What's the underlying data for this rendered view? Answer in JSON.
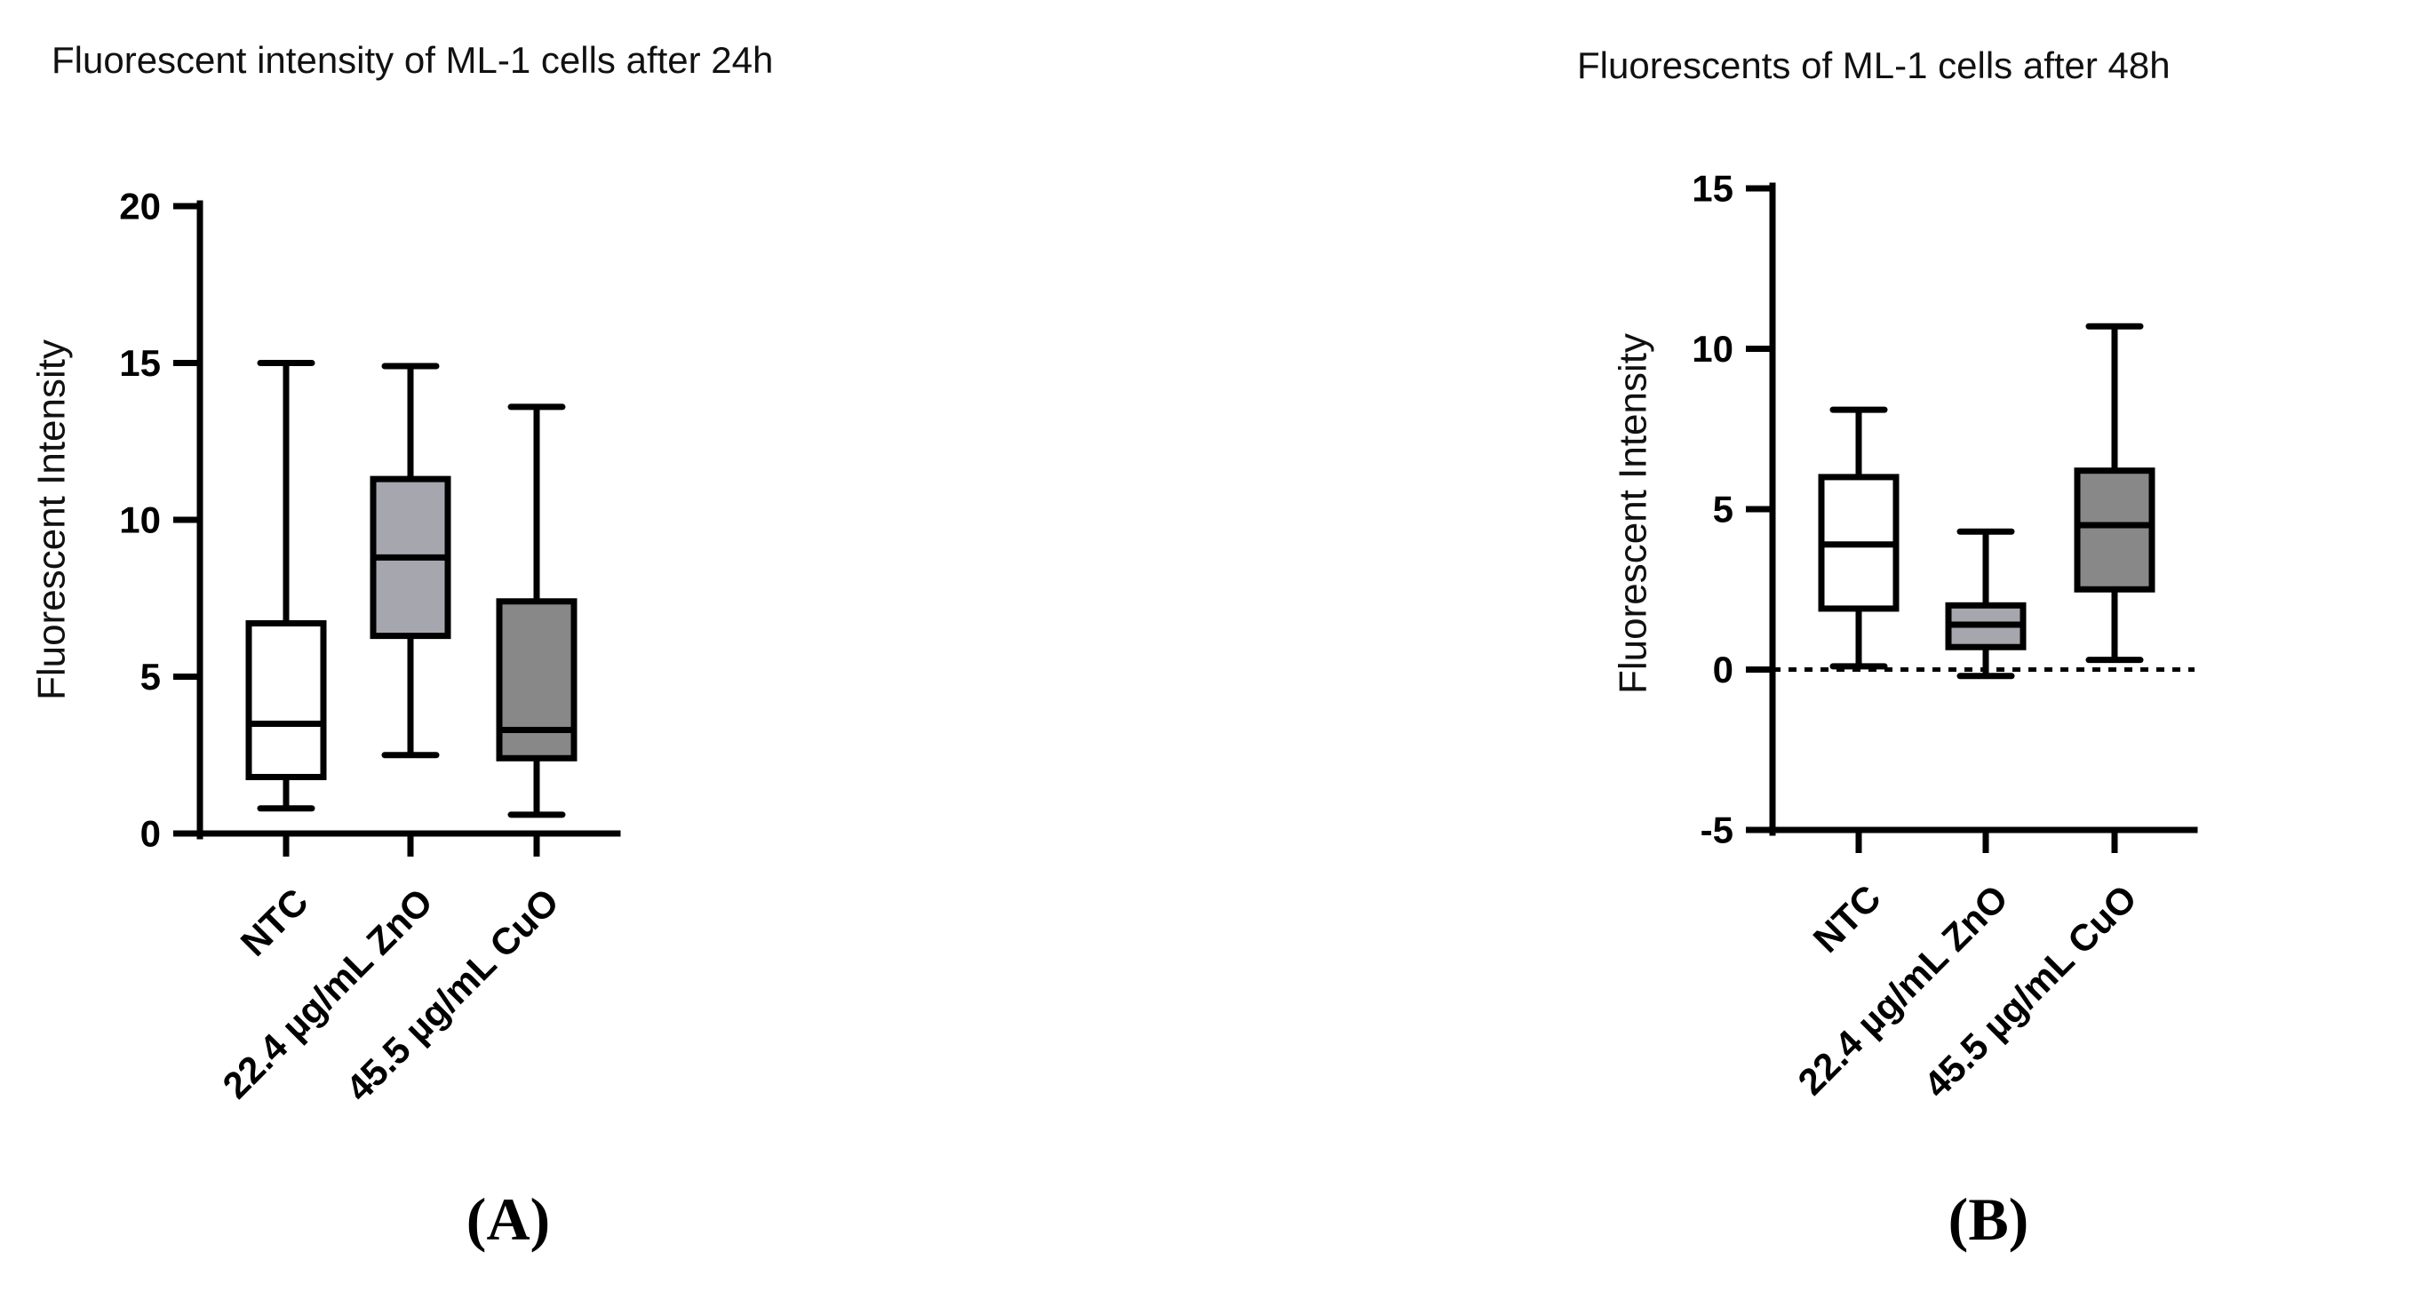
{
  "chart_data": [
    {
      "type": "box",
      "panel_label": "(A)",
      "title": "Fluorescent intensity of ML-1 cells after 24h",
      "xlabel": "",
      "ylabel": "Fluorescent Intensity",
      "ylim": [
        0,
        20
      ],
      "yticks": [
        0,
        5,
        10,
        15,
        20
      ],
      "grid": false,
      "zero_line": false,
      "categories": [
        "NTC",
        "22.4 µg/mL ZnO",
        "45.5 µg/mL CuO"
      ],
      "boxes": [
        {
          "category": "NTC",
          "min": 0.8,
          "q1": 1.8,
          "median": 3.5,
          "q3": 6.7,
          "max": 15.0,
          "fill": "#ffffff"
        },
        {
          "category": "22.4 µg/mL ZnO",
          "min": 2.5,
          "q1": 6.3,
          "median": 8.8,
          "q3": 11.3,
          "max": 14.9,
          "fill": "#a6a6ae"
        },
        {
          "category": "45.5 µg/mL CuO",
          "min": 0.6,
          "q1": 2.4,
          "median": 3.3,
          "q3": 7.4,
          "max": 13.6,
          "fill": "#888888"
        }
      ]
    },
    {
      "type": "box",
      "panel_label": "(B)",
      "title": "Fluorescents of ML-1 cells after 48h",
      "xlabel": "",
      "ylabel": "Fluorescent Intensity",
      "ylim": [
        -5,
        15
      ],
      "yticks": [
        -5,
        0,
        5,
        10,
        15
      ],
      "ytick_labels": [
        "-5",
        "0",
        "5",
        "10",
        "15"
      ],
      "grid": false,
      "zero_line": true,
      "categories": [
        "NTC",
        "22.4 µg/mL ZnO",
        "45.5 µg/mL CuO"
      ],
      "boxes": [
        {
          "category": "NTC",
          "min": 0.1,
          "q1": 1.9,
          "median": 3.9,
          "q3": 6.0,
          "max": 8.1,
          "fill": "#ffffff"
        },
        {
          "category": "22.4 µg/mL ZnO",
          "min": -0.2,
          "q1": 0.7,
          "median": 1.4,
          "q3": 2.0,
          "max": 4.3,
          "fill": "#a6a6ae"
        },
        {
          "category": "45.5 µg/mL CuO",
          "min": 0.3,
          "q1": 2.5,
          "median": 4.5,
          "q3": 6.2,
          "max": 10.7,
          "fill": "#888888"
        }
      ]
    }
  ]
}
